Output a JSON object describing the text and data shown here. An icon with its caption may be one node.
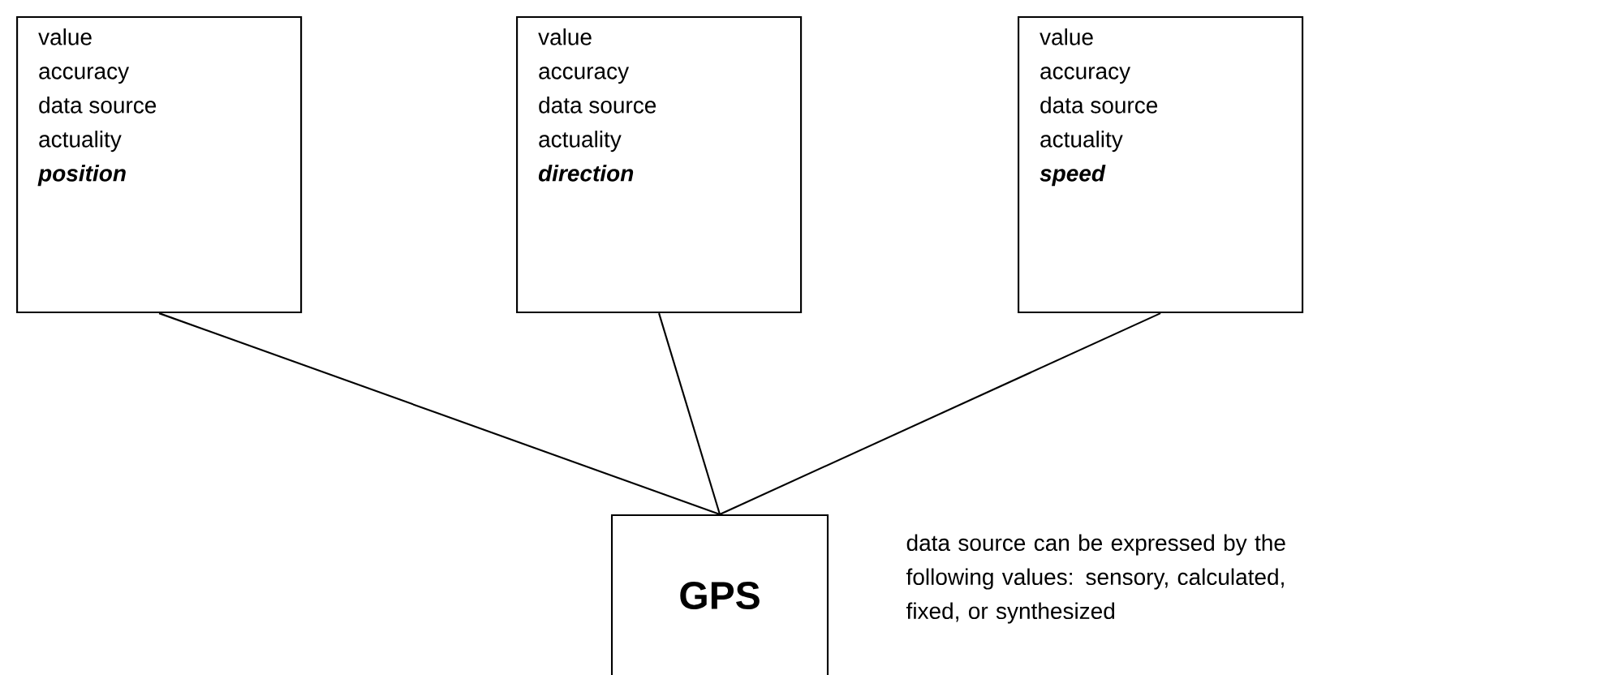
{
  "diagram": {
    "nodes": [
      {
        "text": [
          "value",
          "accuracy",
          "data source",
          "actuality",
          "position"
        ]
      },
      {
        "text": [
          "value",
          "accuracy",
          "data source",
          "actuality",
          "direction"
        ]
      },
      {
        "text": [
          "value",
          "accuracy",
          "data source",
          "actuality",
          "speed"
        ]
      },
      {
        "text": [
          "GPS"
        ]
      }
    ],
    "edges": [
      {
        "from": 0,
        "to": 3,
        "arrow": "none"
      },
      {
        "from": 1,
        "to": 3,
        "arrow": "none"
      },
      {
        "from": 2,
        "to": 3,
        "arrow": "none"
      }
    ],
    "labels": [
      "data source can be expressed by the following values: sensory, calculated, fixed, or synthesized"
    ]
  }
}
